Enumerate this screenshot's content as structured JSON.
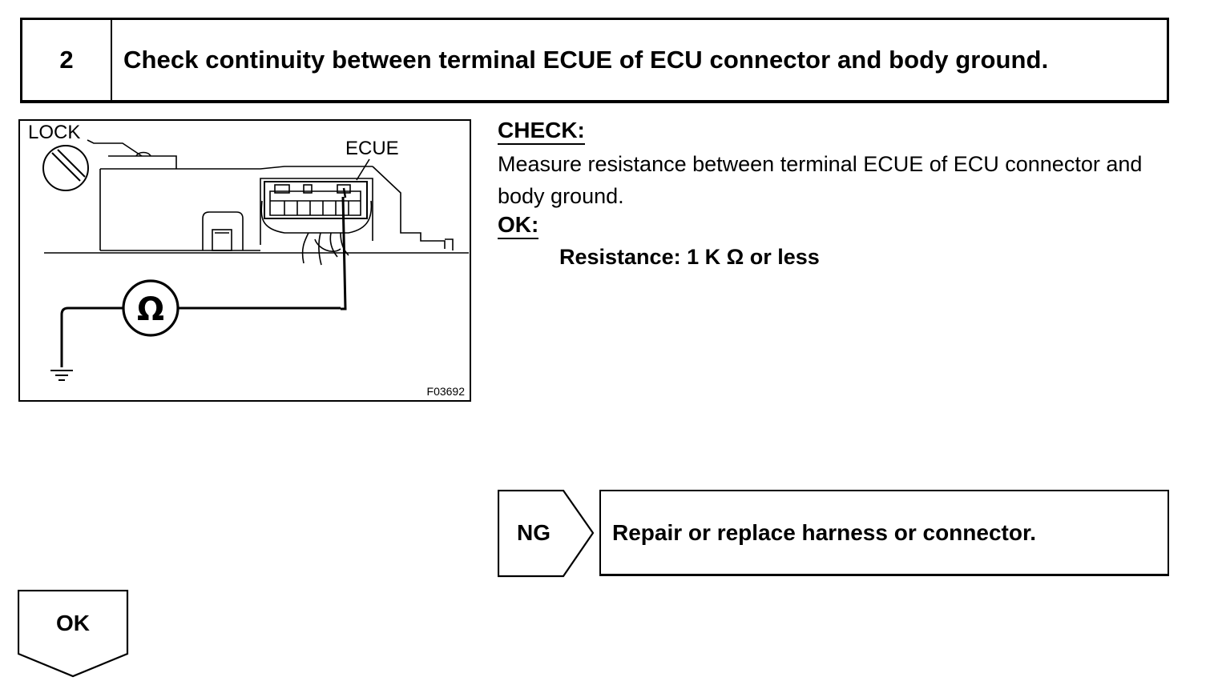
{
  "step": {
    "number": "2",
    "title": "Check continuity between terminal ECUE of ECU connector and body ground."
  },
  "figure": {
    "lock_label": "LOCK",
    "terminal_label": "ECUE",
    "meter_symbol": "Ω",
    "figure_id": "F03692"
  },
  "check": {
    "heading": "CHECK:",
    "text": "Measure resistance between terminal ECUE of ECU connector and body ground.",
    "ok_heading": "OK:",
    "spec": "Resistance: 1 K Ω or less"
  },
  "ng_branch": {
    "label": "NG",
    "action": "Repair or replace harness or connector."
  },
  "ok_branch": {
    "label": "OK"
  }
}
